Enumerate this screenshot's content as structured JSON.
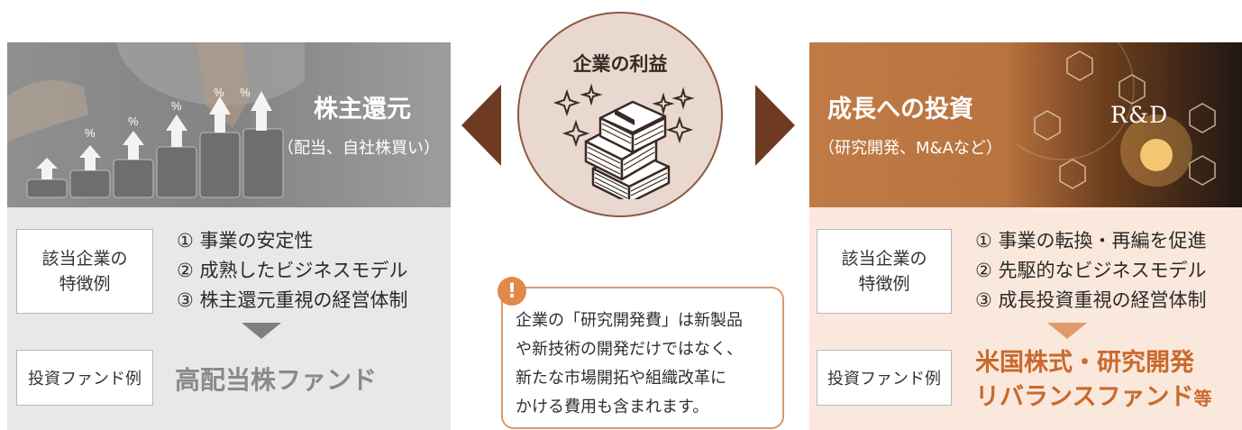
{
  "center": {
    "title": "企業の利益",
    "note_lines": [
      "企業の「研究開発費」は新製品",
      "や新技術の開発だけではなく、",
      "新たな市場開拓や組織改革に",
      "かける費用も含まれます。"
    ],
    "note_icon": "!"
  },
  "left": {
    "title": "株主還元",
    "subtitle": "（配当、自社株買い）",
    "feature_label_lines": [
      "該当企業の",
      "特徴例"
    ],
    "features": [
      "① 事業の安定性",
      "② 成熟したビジネスモデル",
      "③ 株主還元重視の経営体制"
    ],
    "fund_label": "投資ファンド例",
    "fund_name": "高配当株ファンド",
    "percent_marks": [
      "%",
      "%",
      "%",
      "%",
      "%"
    ]
  },
  "right": {
    "title": "成長への投資",
    "subtitle": "（研究開発、M&Aなど）",
    "rd_label": "R&D",
    "feature_label_lines": [
      "該当企業の",
      "特徴例"
    ],
    "features": [
      "① 事業の転換・再編を促進",
      "② 先駆的なビジネスモデル",
      "③ 成長投資重視の経営体制"
    ],
    "fund_label": "投資ファンド例",
    "fund_name_line1": "米国株式・研究開発",
    "fund_name_line2": "リバランスファンド",
    "fund_name_suffix": "等"
  },
  "colors": {
    "left_hero": "#8f8f8f",
    "left_fund": "#8a8a8a",
    "right_hero": "#c07a45",
    "right_fund": "#c86a2e",
    "arrow": "#6e3b22",
    "circle_fill": "#e9d8d0",
    "note_border": "#d79a6d",
    "warn_badge": "#e2884a"
  },
  "icons": [
    "coin-stack-icon",
    "arrow-up-icon",
    "money-stack-icon",
    "sparkle-icon",
    "lightbulb-icon",
    "warning-icon",
    "down-triangle-icon",
    "left-arrow-icon",
    "right-arrow-icon"
  ]
}
